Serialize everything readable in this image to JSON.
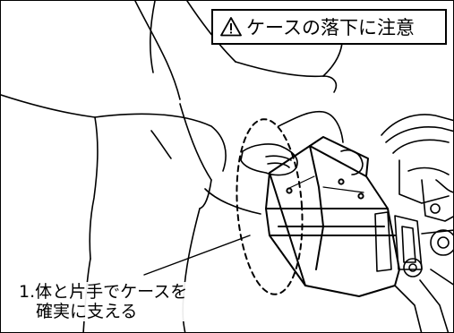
{
  "warning": {
    "icon": "warning-triangle-icon",
    "text": "ケースの落下に注意"
  },
  "caption": {
    "number": "1.",
    "line1": "体と片手でケースを",
    "line2": "確実に支える"
  }
}
